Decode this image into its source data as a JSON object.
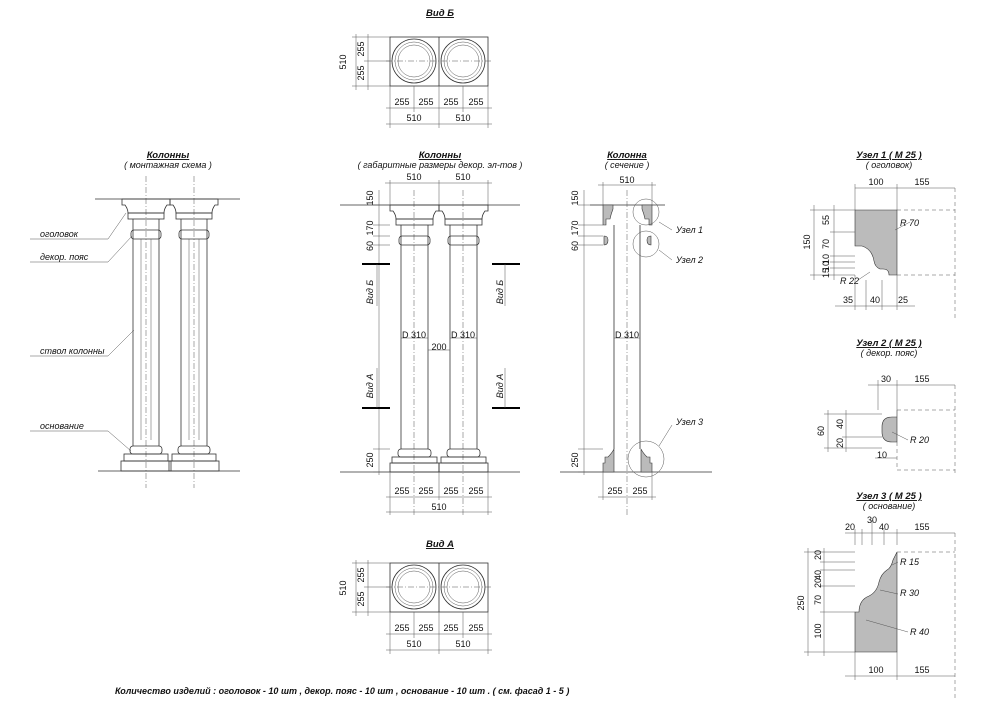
{
  "view_b": {
    "title": "Вид Б",
    "dims_bottom": [
      "255",
      "255",
      "255",
      "255"
    ],
    "dims_total": [
      "510",
      "510"
    ],
    "dims_side": [
      "510",
      "255",
      "255"
    ]
  },
  "view_a": {
    "title": "Вид А",
    "dims_bottom": [
      "255",
      "255",
      "255",
      "255"
    ],
    "dims_total": [
      "510",
      "510"
    ],
    "dims_side": [
      "510",
      "255",
      "255"
    ]
  },
  "columns_assembly": {
    "title": "Колонны",
    "subtitle": "( монтажная  схема )",
    "labels": {
      "capital": "оголовок",
      "belt": "декор. пояс",
      "shaft": "ствол  колонны",
      "base": "основание"
    }
  },
  "columns_dims": {
    "title": "Колонны",
    "subtitle": "( габаритные  размеры  декор. эл-тов )",
    "top": [
      "510",
      "510"
    ],
    "left": [
      "150",
      "170",
      "60",
      "250"
    ],
    "shaft_d": [
      "D 310",
      "D 310"
    ],
    "gap": "200",
    "bottom": [
      "255",
      "255",
      "255",
      "255"
    ],
    "bottom_total": "510",
    "view_b": "Вид Б",
    "view_a": "Вид А"
  },
  "column_section": {
    "title": "Колонна",
    "subtitle": "( сечение )",
    "top": "510",
    "left": [
      "150",
      "170",
      "60",
      "250"
    ],
    "shaft_d": "D 310",
    "bottom": [
      "255",
      "255"
    ],
    "node1": "Узел 1",
    "node2": "Узел 2",
    "node3": "Узел 3"
  },
  "node1": {
    "title": "Узел 1 ( М 25 )",
    "subtitle": "( оголовок)",
    "top": [
      "100",
      "155"
    ],
    "left": [
      "150",
      "55",
      "70",
      "10",
      "10",
      "15"
    ],
    "r1": "R 70",
    "r2": "R 22",
    "bottom": [
      "35",
      "40",
      "25"
    ]
  },
  "node2": {
    "title": "Узел 2 ( М 25 )",
    "subtitle": "( декор. пояс)",
    "top": [
      "30",
      "155"
    ],
    "left": [
      "60",
      "40",
      "20"
    ],
    "r": "R 20",
    "b": "10"
  },
  "node3": {
    "title": "Узел 3 ( М 25 )",
    "subtitle": "( основание)",
    "top": [
      "20",
      "30",
      "40",
      "155"
    ],
    "left": [
      "250",
      "20",
      "20",
      "40",
      "70",
      "100"
    ],
    "r": [
      "R 15",
      "R 30",
      "R 40"
    ],
    "bottom": [
      "100",
      "155"
    ]
  },
  "footer": "Количество  изделий : оголовок - 10 шт , декор. пояс - 10 шт , основание - 10 шт . ( см. фасад 1 - 5 )"
}
